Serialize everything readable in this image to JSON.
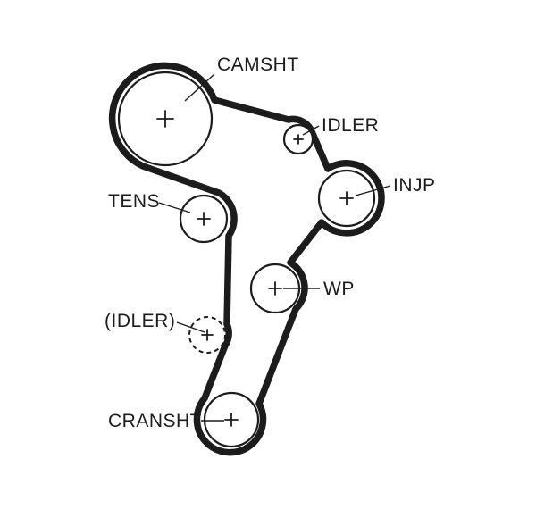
{
  "diagram": {
    "background_color": "#ffffff",
    "line_color": "#1c1c1c",
    "labels": {
      "camshaft": "CAMSHT",
      "idler": "IDLER",
      "injection_pump": "INJP",
      "tensioner": "TENS",
      "water_pump": "WP",
      "optional_idler": "(IDLER)",
      "crankshaft": "CRANSHT"
    }
  }
}
